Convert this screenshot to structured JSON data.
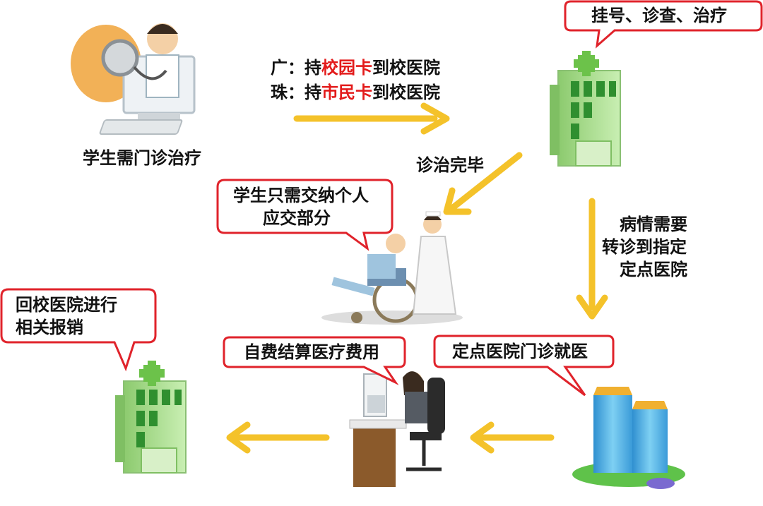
{
  "title_nodes": {
    "student_needs": "学生需门诊治疗",
    "treatment_done": "诊治完毕",
    "transfer_line1": "病情需要",
    "transfer_line2": "转诊到指定",
    "transfer_line3": "定点医院"
  },
  "route": {
    "gz_prefix": "广：持",
    "gz_card": "校园卡",
    "gz_suffix": "到校医院",
    "zh_prefix": "珠：持",
    "zh_card": "市民卡",
    "zh_suffix": "到校医院"
  },
  "bubbles": {
    "register": "挂号、诊查、治疗",
    "pay_line1": "学生只需交纳个人",
    "pay_line2": "应交部分",
    "reimburse_line1": "回校医院进行",
    "reimburse_line2": "相关报销",
    "self_pay": "自费结算医疗费用",
    "designated": "定点医院门诊就医"
  },
  "colors": {
    "arrow": "#f4c22a",
    "bubble_border": "#e0232b",
    "highlight": "#e31b1b",
    "hospital_green": "#a4dc8a",
    "cross_green": "#6cc24a",
    "tower_blue": "#4fb3e8"
  }
}
